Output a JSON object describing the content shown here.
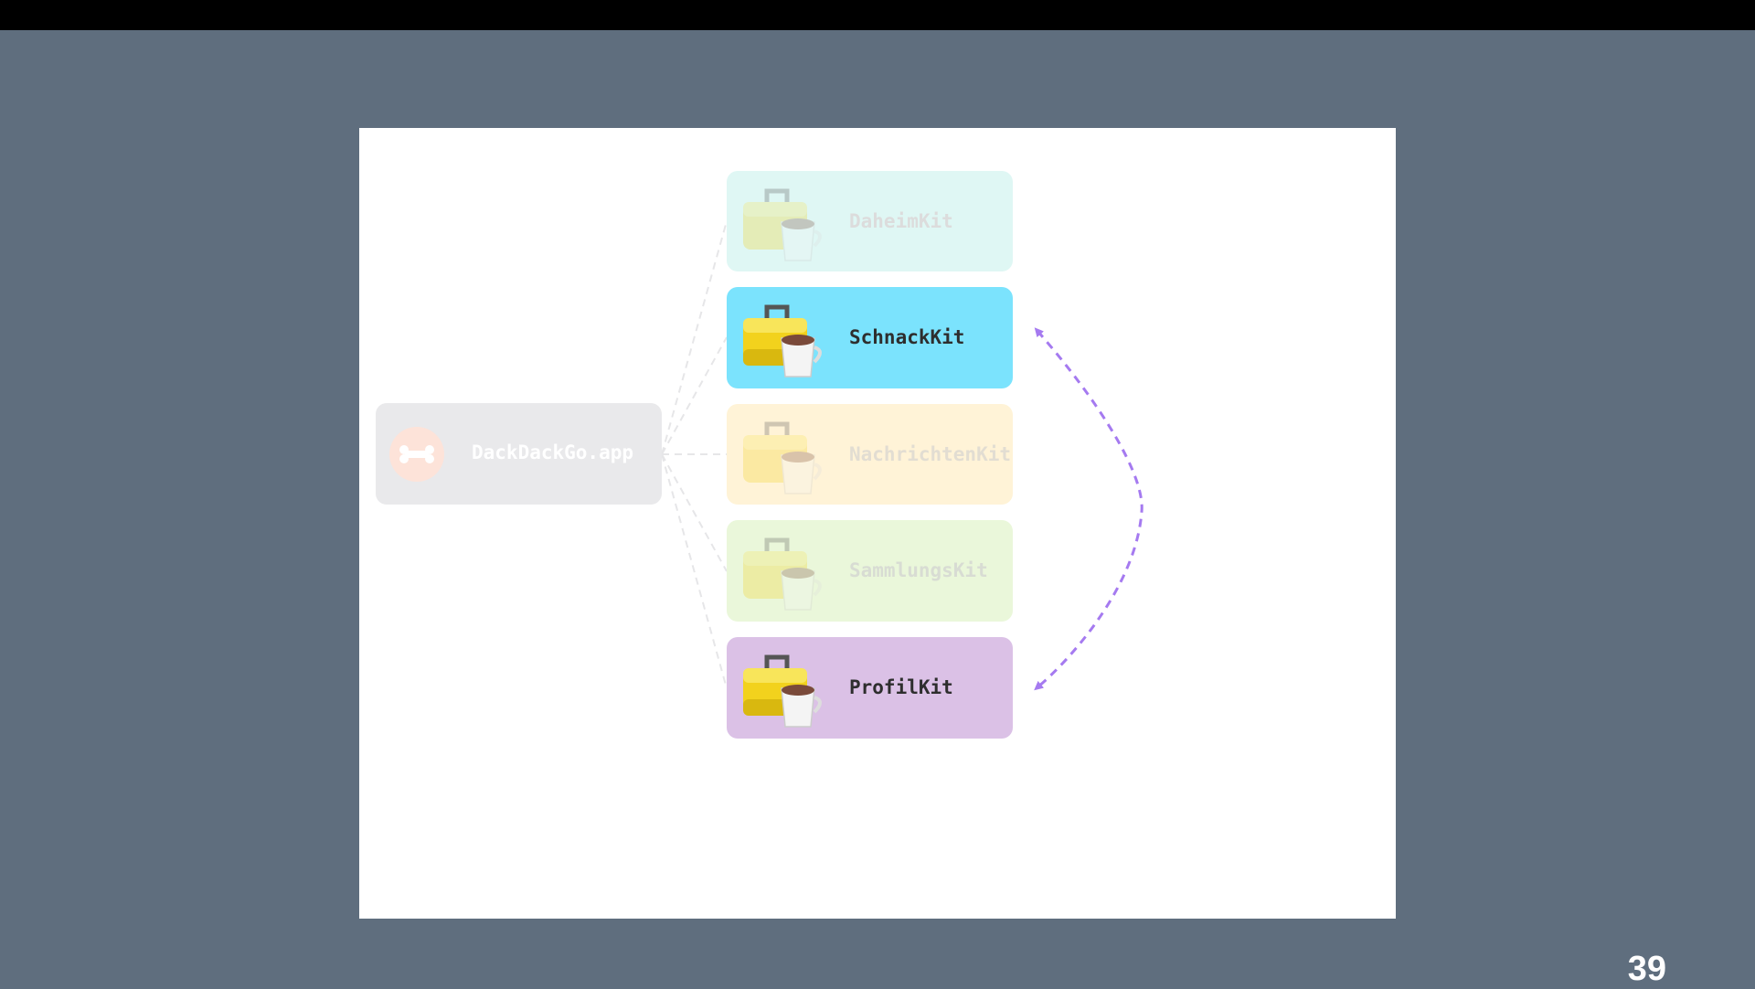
{
  "app": {
    "label": "DackDackGo.app",
    "icon": "bone-icon"
  },
  "kits": [
    {
      "label": "DaheimKit",
      "color": "#dff7f4",
      "active": false,
      "icon": "toolbox-mug-icon"
    },
    {
      "label": "SchnackKit",
      "color": "#7be3fd",
      "active": true,
      "icon": "toolbox-mug-icon"
    },
    {
      "label": "NachrichtenKit",
      "color": "#fff3d7",
      "active": false,
      "icon": "toolbox-mug-icon"
    },
    {
      "label": "SammlungsKit",
      "color": "#eaf7da",
      "active": false,
      "icon": "toolbox-mug-icon"
    },
    {
      "label": "ProfilKit",
      "color": "#dbc1e6",
      "active": true,
      "icon": "toolbox-mug-icon"
    }
  ],
  "dependency_arrow": {
    "from": "SchnackKit",
    "to": "ProfilKit",
    "style": "dashed",
    "bidirectional": true,
    "color": "#a57af0"
  },
  "page_number": "39"
}
